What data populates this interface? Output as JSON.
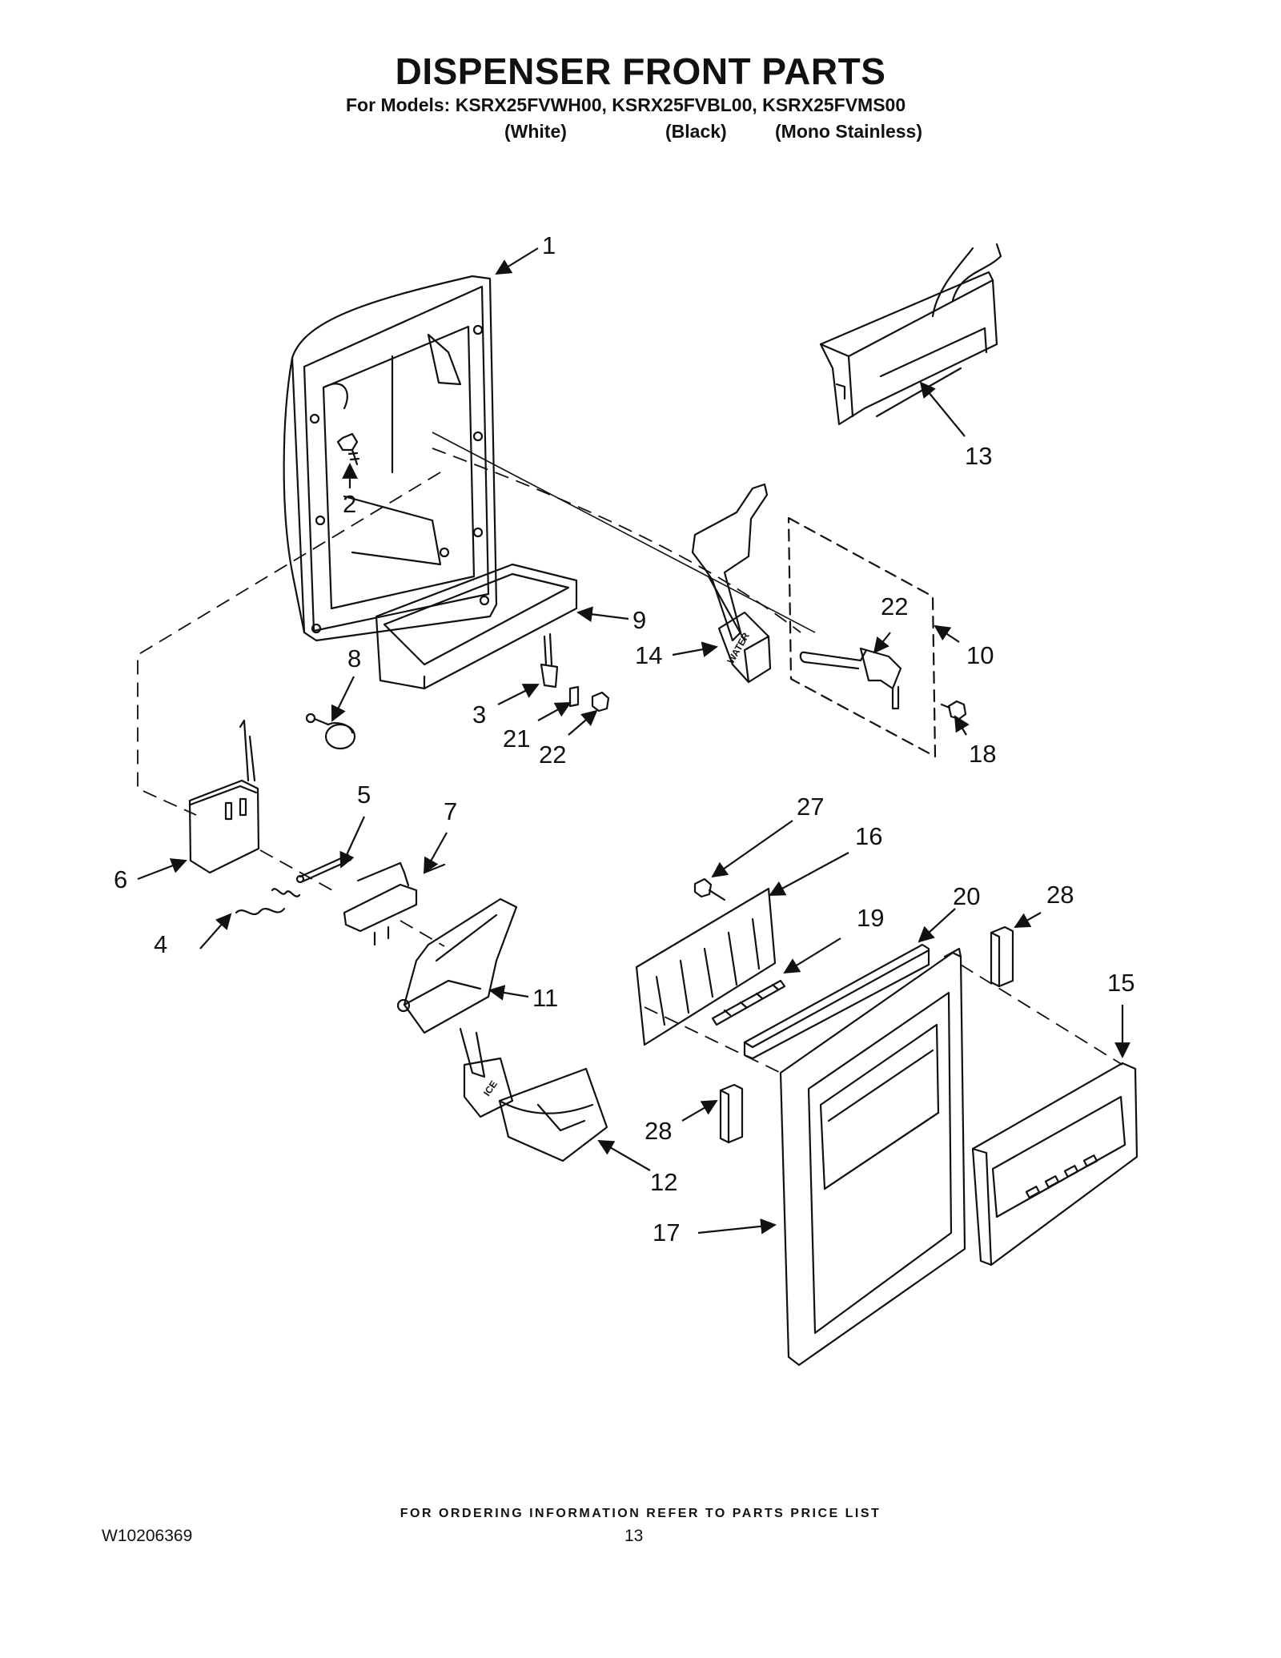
{
  "header": {
    "title": "DISPENSER FRONT PARTS",
    "models_line": "For Models: KSRX25FVWH00, KSRX25FVBL00, KSRX25FVMS00",
    "variants": [
      "(White)",
      "(Black)",
      "(Mono Stainless)"
    ]
  },
  "callouts": [
    "1",
    "2",
    "3",
    "4",
    "5",
    "6",
    "7",
    "8",
    "9",
    "10",
    "11",
    "12",
    "13",
    "14",
    "15",
    "16",
    "17",
    "18",
    "19",
    "20",
    "21",
    "22",
    "22",
    "27",
    "28",
    "28"
  ],
  "part_text": {
    "water_pad": "WATER",
    "ice_pad": "ICE"
  },
  "footer": {
    "ordering_note": "FOR ORDERING INFORMATION REFER TO PARTS PRICE LIST",
    "document_number": "W10206369",
    "page_number": "13"
  }
}
